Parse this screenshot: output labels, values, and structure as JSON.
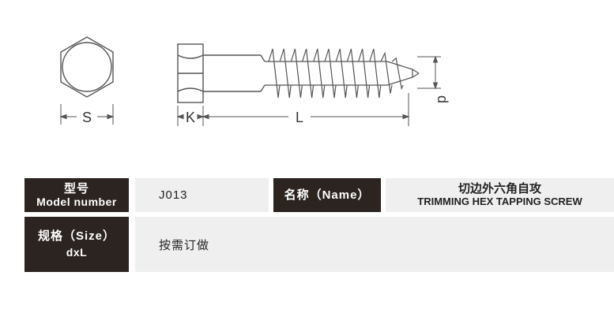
{
  "drawing": {
    "labels": {
      "s": "S",
      "k": "K",
      "l": "L",
      "d": "d"
    }
  },
  "spec_table": {
    "model_label_zh": "型号",
    "model_label_en": "Model number",
    "model_value": "J013",
    "name_label": "名称（Name）",
    "name_value_zh": "切边外六角自攻",
    "name_value_en": "TRIMMING HEX TAPPING SCREW",
    "size_label": "规格（Size）",
    "size_label_sub": "dxL",
    "size_value": "按需订做"
  },
  "colors": {
    "header_bg": "#2b2421",
    "cell_bg": "#f0efef",
    "line": "#555555"
  }
}
